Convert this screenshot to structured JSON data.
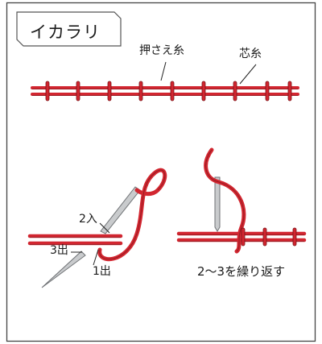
{
  "title": "イカラリ",
  "labels": {
    "holding_thread": "押さえ糸",
    "core_thread": "芯糸",
    "step_2_in": "2入",
    "step_3_out": "3出",
    "step_1_out": "1出",
    "repeat_note": "2〜3を繰り返す"
  },
  "colors": {
    "thread_red": "#d22630",
    "thread_dark": "#7a1418",
    "needle_gray": "#c9cbcd",
    "frame": "#444444"
  }
}
